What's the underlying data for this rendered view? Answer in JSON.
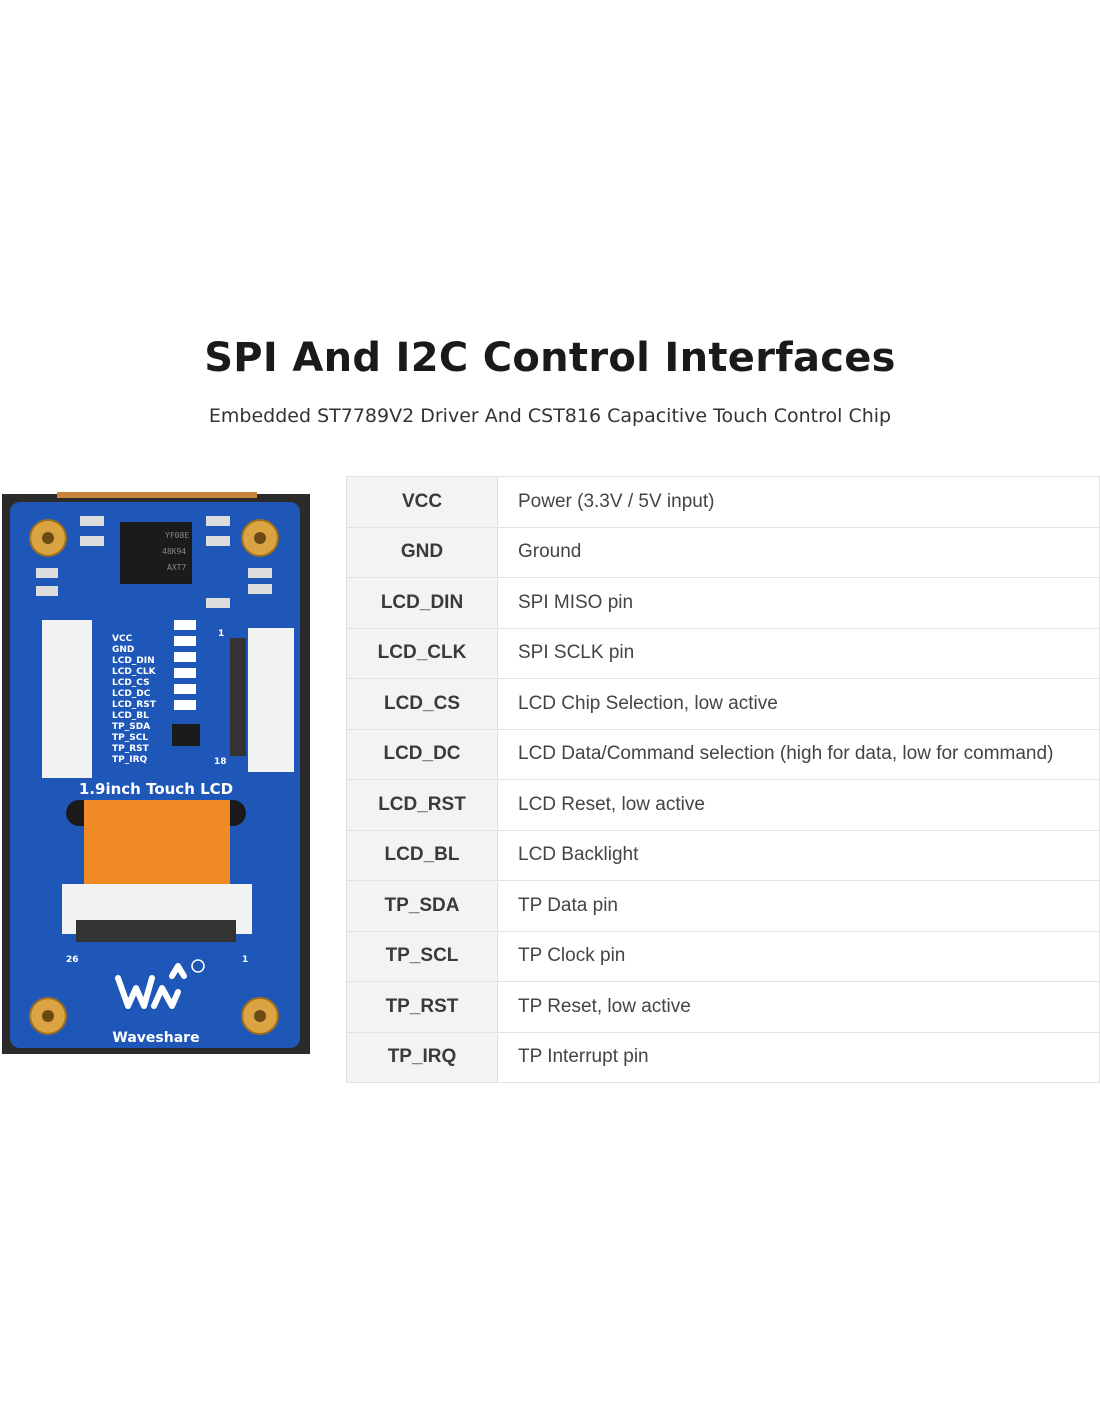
{
  "header": {
    "title": "SPI And I2C Control Interfaces",
    "subtitle": "Embedded ST7789V2 Driver And CST816 Capacitive Touch Control Chip"
  },
  "board": {
    "name_label": "1.9inch Touch LCD",
    "brand": "Waveshare",
    "pin_labels": [
      "VCC",
      "GND",
      "LCD_DIN",
      "LCD_CLK",
      "LCD_CS",
      "LCD_DC",
      "LCD_RST",
      "LCD_BL",
      "TP_SDA",
      "TP_SCL",
      "TP_RST",
      "TP_IRQ"
    ],
    "chip_text": [
      "YF08E",
      "48K94",
      "AXT7"
    ],
    "connector_right_numbers": [
      "1",
      "18"
    ],
    "connector_bottom_numbers": [
      "26",
      "1"
    ]
  },
  "pin_table": [
    {
      "pin": "VCC",
      "desc": "Power (3.3V / 5V input)"
    },
    {
      "pin": "GND",
      "desc": "Ground"
    },
    {
      "pin": "LCD_DIN",
      "desc": "SPI MISO pin"
    },
    {
      "pin": "LCD_CLK",
      "desc": "SPI SCLK pin"
    },
    {
      "pin": "LCD_CS",
      "desc": "LCD Chip Selection, low active"
    },
    {
      "pin": "LCD_DC",
      "desc": "LCD Data/Command selection (high for data, low for command)"
    },
    {
      "pin": "LCD_RST",
      "desc": "LCD Reset, low active"
    },
    {
      "pin": "LCD_BL",
      "desc": "LCD Backlight"
    },
    {
      "pin": "TP_SDA",
      "desc": "TP Data pin"
    },
    {
      "pin": "TP_SCL",
      "desc": "TP Clock pin"
    },
    {
      "pin": "TP_RST",
      "desc": "TP Reset, low active"
    },
    {
      "pin": "TP_IRQ",
      "desc": "TP Interrupt pin"
    }
  ],
  "colors": {
    "board_blue": "#1f57b8",
    "frame": "#2b2b2b",
    "gold": "#d9a441",
    "cable": "#f08a24"
  }
}
